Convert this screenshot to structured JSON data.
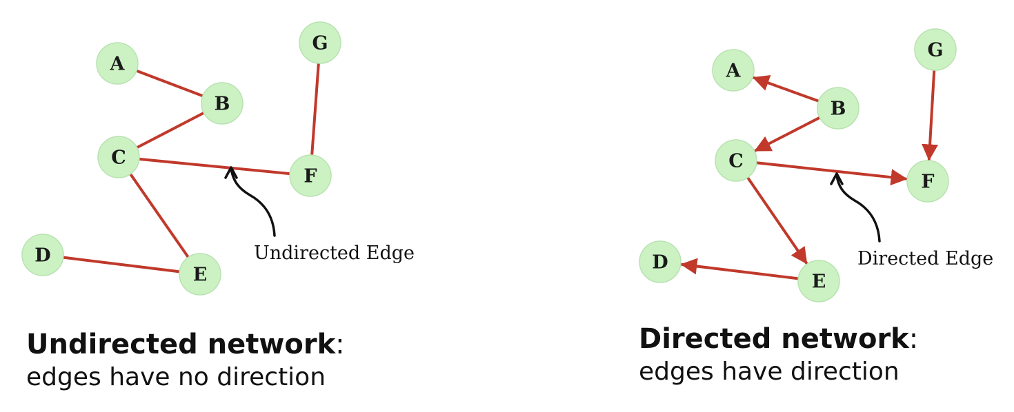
{
  "colors": {
    "edge": "#c0392b",
    "node_fill": "#ccf2c4",
    "text": "#111111"
  },
  "undirected": {
    "title": "Undirected network",
    "colon": ":",
    "subtitle": "edges have no direction",
    "edge_label": "Undirected Edge",
    "nodes": [
      "A",
      "B",
      "C",
      "D",
      "E",
      "F",
      "G"
    ],
    "edges": [
      [
        "A",
        "B"
      ],
      [
        "B",
        "C"
      ],
      [
        "C",
        "F"
      ],
      [
        "C",
        "E"
      ],
      [
        "D",
        "E"
      ],
      [
        "G",
        "F"
      ]
    ]
  },
  "directed": {
    "title": "Directed network",
    "colon": ":",
    "subtitle": "edges have direction",
    "edge_label": "Directed Edge",
    "nodes": [
      "A",
      "B",
      "C",
      "D",
      "E",
      "F",
      "G"
    ],
    "edges": [
      [
        "B",
        "A"
      ],
      [
        "B",
        "C"
      ],
      [
        "C",
        "F"
      ],
      [
        "C",
        "E"
      ],
      [
        "E",
        "D"
      ],
      [
        "G",
        "F"
      ]
    ]
  }
}
